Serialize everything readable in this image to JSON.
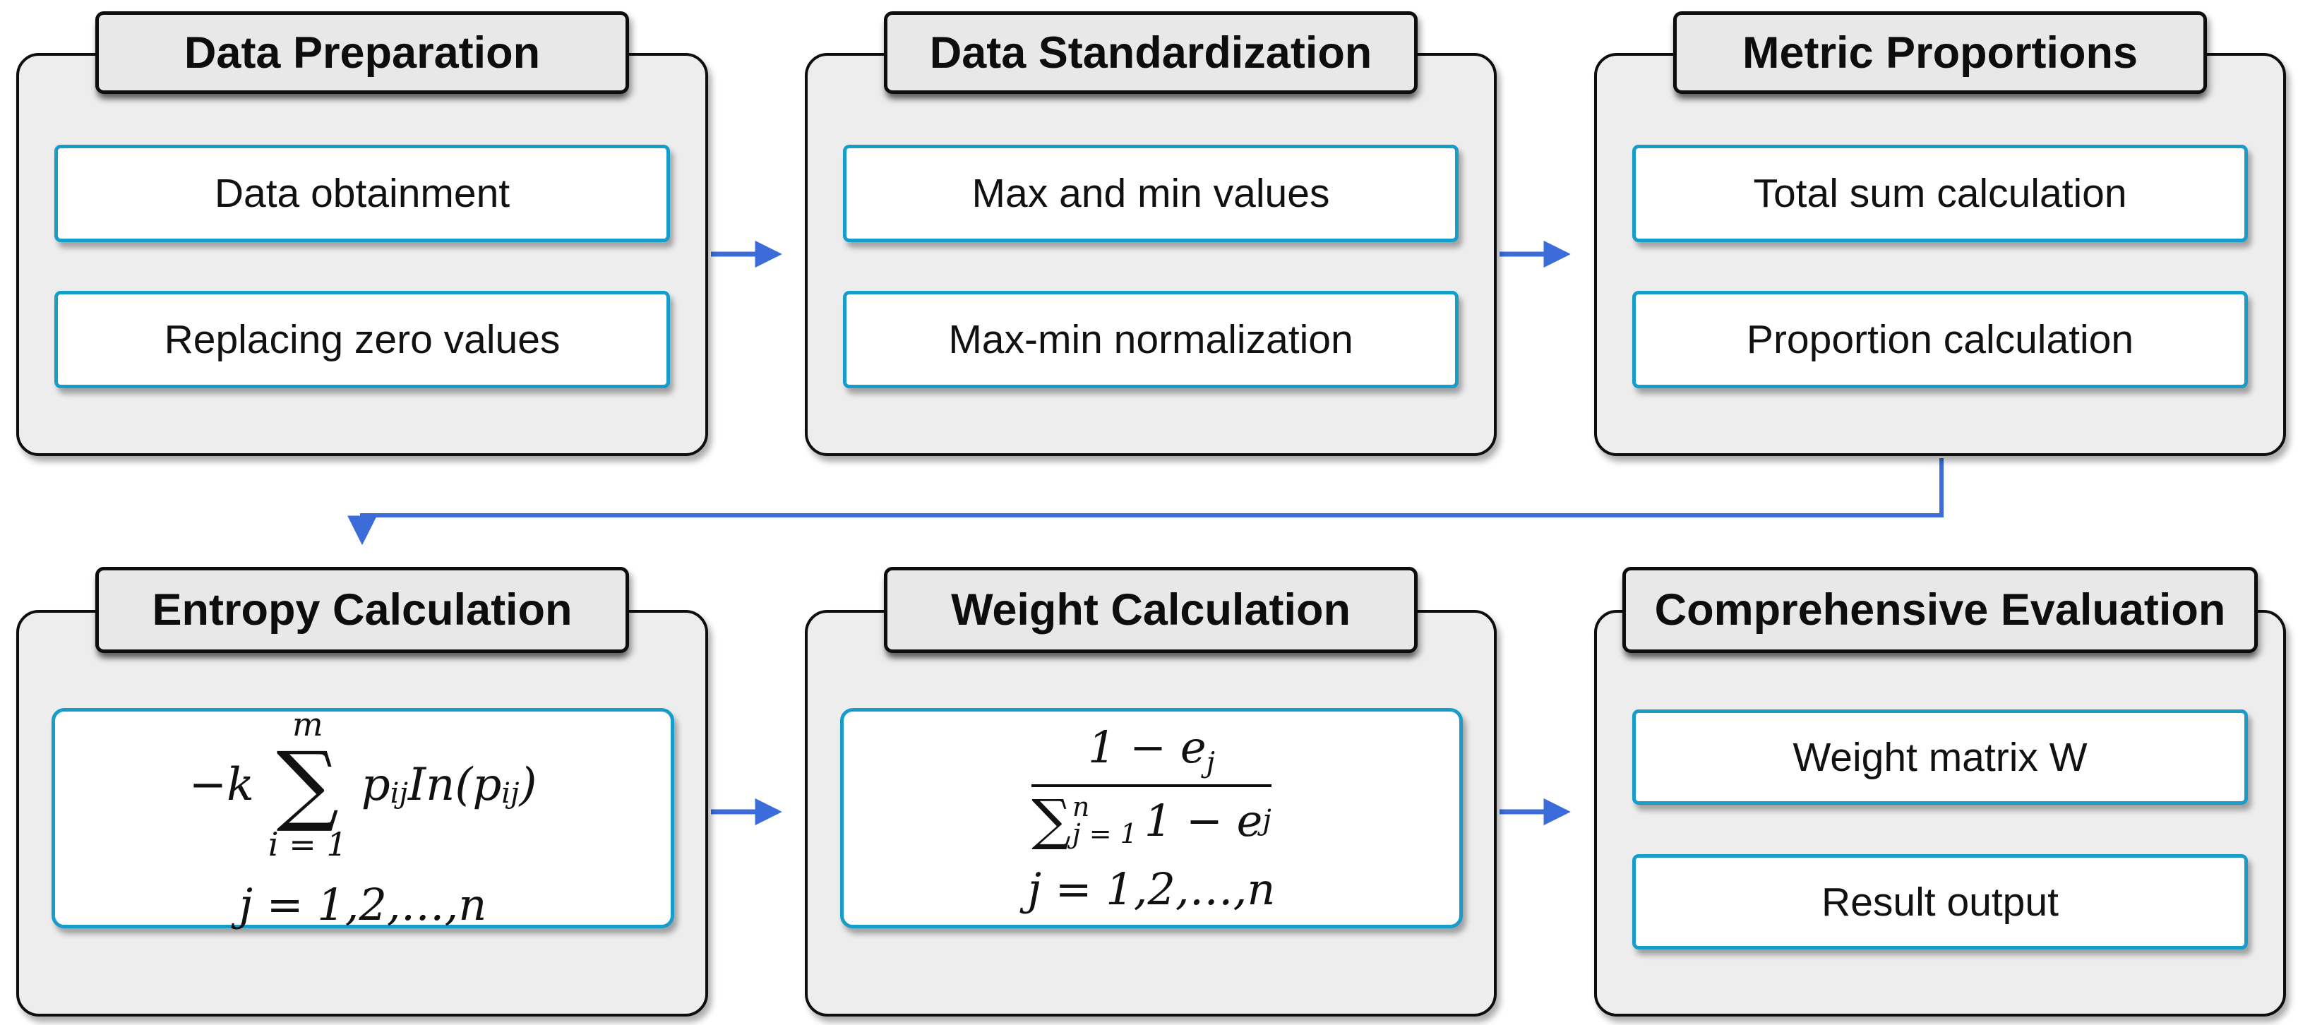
{
  "colors": {
    "arrow": "#3b6cd9",
    "cyan": "#189dcb",
    "container-fill": "#ededed",
    "tab-fill": "#e8e8e8",
    "ink": "#0d0d0d",
    "text": "#111111"
  },
  "modules": [
    {
      "title": "Data Preparation",
      "items": [
        "Data obtainment",
        "Replacing zero values"
      ]
    },
    {
      "title": "Data Standardization",
      "items": [
        "Max and min values",
        "Max-min normalization"
      ]
    },
    {
      "title": "Metric Proportions",
      "items": [
        "Total sum calculation",
        "Proportion calculation"
      ]
    },
    {
      "title": "Entropy Calculation",
      "formula": {
        "prefix": "−k",
        "sum_upper": "m",
        "sum_symbol": "∑",
        "sum_lower": "i = 1",
        "term_base": "p",
        "term_sub": "ij",
        "fn_open": "In(p",
        "fn_sub": "ij",
        "fn_close": ")",
        "condition": "j = 1,2,…,n"
      }
    },
    {
      "title": "Weight Calculation",
      "formula": {
        "num_base": "1 − e",
        "num_sub": "j",
        "sigma": "∑",
        "sigma_sup": "n",
        "sigma_sub": "j = 1",
        "den_base": "1 − e",
        "den_sub": "j",
        "condition": "j = 1,2,…,n"
      }
    },
    {
      "title": "Comprehensive Evaluation",
      "items": [
        "Weight matrix W",
        "Result output"
      ]
    }
  ]
}
